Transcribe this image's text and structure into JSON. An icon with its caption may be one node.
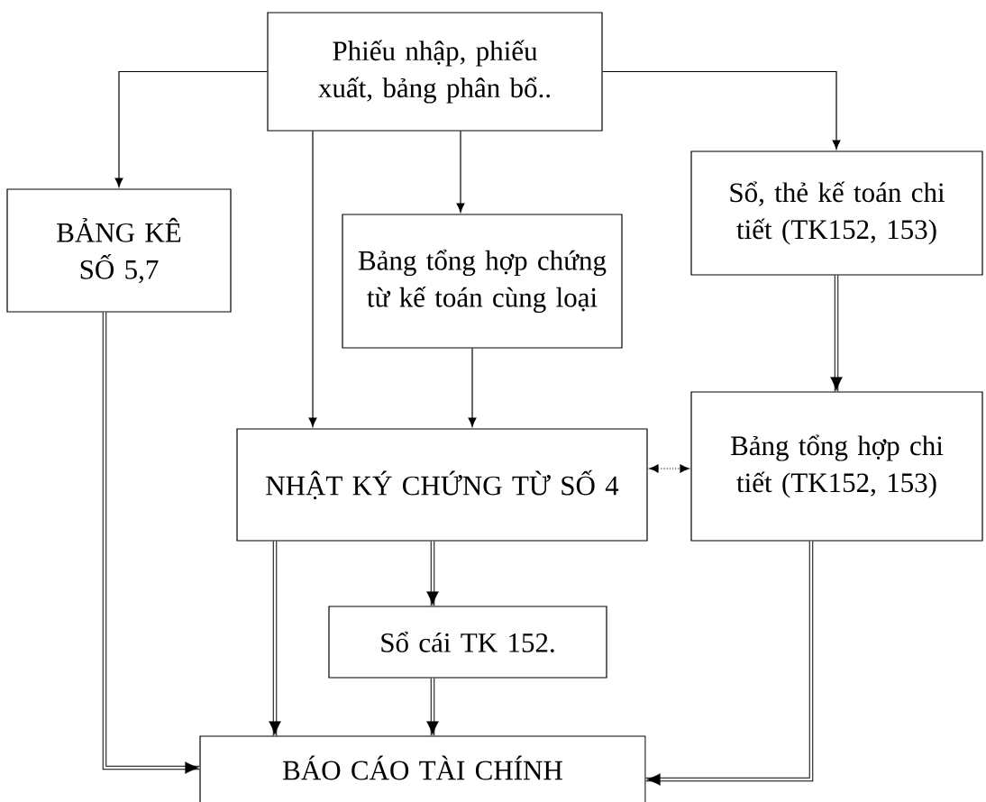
{
  "diagram": {
    "nodes": [
      {
        "text": [
          "Phiếu nhập, phiếu xuất, bảng phân bổ.."
        ]
      },
      {
        "text": [
          "BẢNG KÊ SỐ 5,7"
        ]
      },
      {
        "text": [
          "Bảng tổng hợp chứng từ kế toán cùng loại"
        ]
      },
      {
        "text": [
          "Sổ, thẻ kế toán chi tiết (TK152, 153)"
        ]
      },
      {
        "text": [
          "NHẬT KÝ CHỨNG TỪ SỐ 4"
        ]
      },
      {
        "text": [
          "Bảng tổng hợp chi tiết (TK152, 153)"
        ]
      },
      {
        "text": [
          "Sổ cái TK  152."
        ]
      },
      {
        "text": [
          "BÁO CÁO TÀI CHÍNH"
        ]
      }
    ],
    "edges": [
      {
        "from": 0,
        "to": 1,
        "arrow": "to"
      },
      {
        "from": 0,
        "to": 4,
        "arrow": "to"
      },
      {
        "from": 0,
        "to": 2,
        "arrow": "to"
      },
      {
        "from": 0,
        "to": 3,
        "arrow": "to"
      },
      {
        "from": 2,
        "to": 4,
        "arrow": "to"
      },
      {
        "from": 4,
        "to": 5,
        "arrow": "both",
        "style": "dashed"
      },
      {
        "from": 3,
        "to": 5,
        "arrow": "to",
        "style": "thick"
      },
      {
        "from": 1,
        "to": 7,
        "arrow": "to",
        "style": "thick"
      },
      {
        "from": 4,
        "to": 7,
        "arrow": "to",
        "style": "thick"
      },
      {
        "from": 4,
        "to": 6,
        "arrow": "to",
        "style": "thick"
      },
      {
        "from": 6,
        "to": 7,
        "arrow": "to",
        "style": "thick"
      },
      {
        "from": 5,
        "to": 7,
        "arrow": "to",
        "style": "thick"
      }
    ]
  }
}
